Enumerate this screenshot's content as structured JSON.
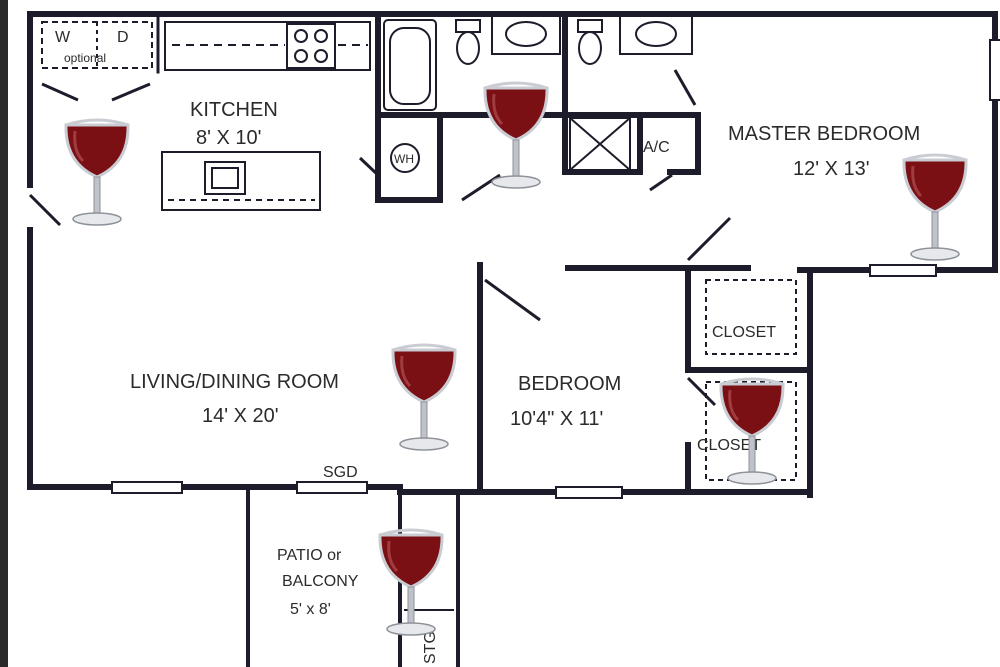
{
  "rooms": {
    "kitchen": {
      "name": "KITCHEN",
      "size": "8' X 10'"
    },
    "master_bedroom": {
      "name": "MASTER BEDROOM",
      "size": "12' X 13'"
    },
    "living_dining": {
      "name": "LIVING/DINING ROOM",
      "size": "14' X 20'"
    },
    "bedroom": {
      "name": "BEDROOM",
      "size": "10'4\" X 11'"
    },
    "patio": {
      "line1": "PATIO or",
      "line2": "BALCONY",
      "size": "5' x 8'"
    }
  },
  "fixtures": {
    "washer": "W",
    "dryer": "D",
    "optional": "optional",
    "water_heater": "WH",
    "ac": "A/C",
    "closet_master": "CLOSET",
    "closet_bedroom": "CLOSET",
    "sliding_glass_door": "SGD",
    "storage": "STG."
  },
  "colors": {
    "wall": "#1c1c2a",
    "wine": "#7a0f14",
    "glass": "#c9ccd2"
  }
}
